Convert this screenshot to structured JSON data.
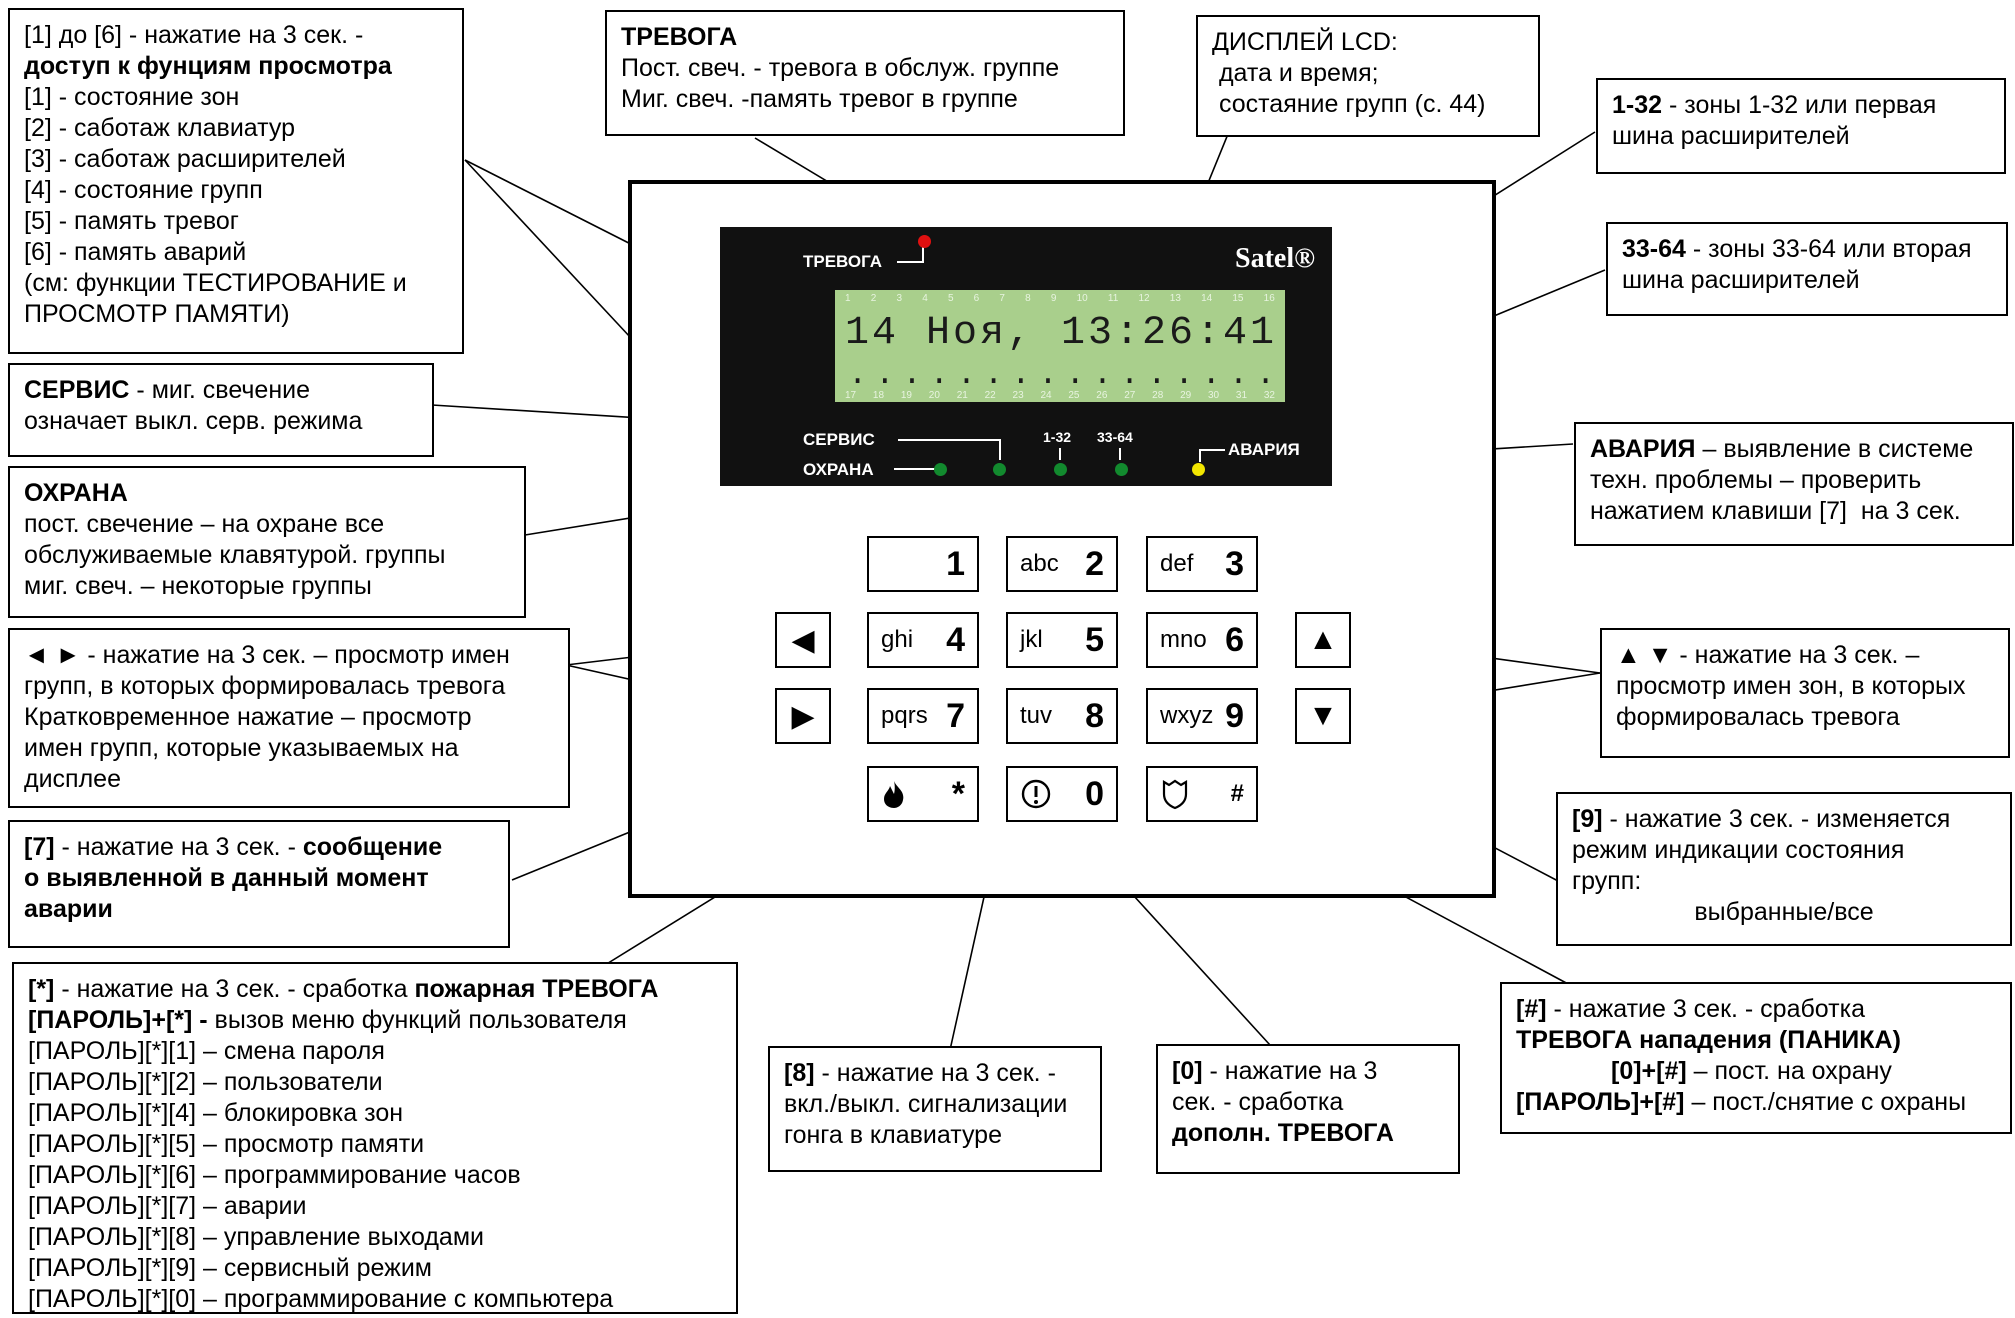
{
  "callouts": {
    "view_functions": {
      "lines": [
        "[1] до [6] - нажатие на 3 сек. -",
        "доступ к фунциям просмотра",
        "[1] - состояние зон",
        "[2] - саботаж клавиатур",
        "[3] - саботаж расширителей",
        "[4] - состояние групп",
        "[5] - память тревог",
        "[6] - память аварий",
        "(см: функции ТЕСТИРОВАНИЕ и",
        "ПРОСМОТР ПАМЯТИ)"
      ]
    },
    "alarm": {
      "lines": [
        "ТРЕВОГА",
        "Пост. свеч. - тревога в обслуж. группе",
        "Миг. свеч. -память тревог в группе"
      ]
    },
    "lcd": {
      "lines": [
        "ДИСПЛЕЙ LCD:",
        " дата и время;",
        " состаяние групп (с. 44)"
      ]
    },
    "zones_1_32": {
      "lines": [
        "1-32 - зоны 1-32 или первая",
        "шина расширителей"
      ]
    },
    "zones_33_64": {
      "lines": [
        "33-64 - зоны 33-64 или вторая",
        "шина расширителей"
      ]
    },
    "service": {
      "lines": [
        "СЕРВИС - миг. свечение",
        "означает выкл. серв. режима"
      ]
    },
    "armed": {
      "lines": [
        "ОХРАНА",
        "пост. свечение – на охране все",
        "обслуживаемые клавятурой. группы",
        "миг. свеч. – некоторые группы"
      ]
    },
    "trouble": {
      "lines": [
        "АВАРИЯ – выявление в системе",
        "техн. проблемы – проверить",
        "нажатием клавиши [7]  на 3 сек."
      ]
    },
    "left_right": {
      "lines": [
        "◄ ► - нажатие на 3 сек. – просмотр имен",
        "групп, в которых формировалась тревога",
        "Кратковременное нажатие – просмотр",
        "имен групп, которые указываемых на",
        "дисплее"
      ]
    },
    "up_down": {
      "lines": [
        "▲ ▼ - нажатие на 3 сек. –",
        "просмотр имен зон, в которых",
        "формировалась тревога"
      ]
    },
    "key7": {
      "lines": [
        "[7] - нажатие на 3 сек. - сообщение",
        "о выявленной в данный момент",
        "аварии"
      ]
    },
    "key9": {
      "lines": [
        "[9] - нажатие 3 сек. - изменяется",
        "режим индикации состояния",
        "групп:",
        "выбранные/все"
      ]
    },
    "star": {
      "lines": [
        "[*] - нажатие на 3 сек. - сработка пожарная ТРЕВОГА",
        "[ПАРОЛЬ]+[*] - вызов меню функций пользователя",
        "[ПАРОЛЬ][*][1] – смена пароля",
        "[ПАРОЛЬ][*][2] – пользователи",
        "[ПАРОЛЬ][*][4] – блокировка зон",
        "[ПАРОЛЬ][*][5] – просмотр памяти",
        "[ПАРОЛЬ][*][6] – программирование часов",
        "[ПАРОЛЬ][*][7] – аварии",
        "[ПАРОЛЬ][*][8] – управление выходами",
        "[ПАРОЛЬ][*][9] – сервисный режим",
        "[ПАРОЛЬ][*][0] – программирование с компьютера"
      ]
    },
    "key8": {
      "lines": [
        "[8] - нажатие на 3 сек. -",
        "вкл./выкл. сигнализации",
        "гонга в клавиатуре"
      ]
    },
    "key0": {
      "lines": [
        "[0] - нажатие на 3",
        "сек. - сработка",
        "дополн. ТРЕВОГА"
      ]
    },
    "hash": {
      "lines": [
        "[#] - нажатие 3 сек. - сработка",
        "ТРЕВОГА нападения (ПАНИКА)",
        "[0]+[#] – пост. на охрану",
        "[ПАРОЛЬ]+[#] – пост./снятие с охраны"
      ]
    }
  },
  "device": {
    "brand": "Satel®",
    "lcd_text": "14 Ноя, 13:26:41",
    "lcd_dots": "................",
    "zone_numbers_top": [
      "1",
      "2",
      "3",
      "4",
      "5",
      "6",
      "7",
      "8",
      "9",
      "10",
      "11",
      "12",
      "13",
      "14",
      "15",
      "16"
    ],
    "zone_numbers_bottom": [
      "17",
      "18",
      "19",
      "20",
      "21",
      "22",
      "23",
      "24",
      "25",
      "26",
      "27",
      "28",
      "29",
      "30",
      "31",
      "32"
    ],
    "labels": {
      "alarm": "ТРЕВОГА",
      "service": "СЕРВИС",
      "armed": "ОХРАНА",
      "range1": "1-32",
      "range2": "33-64",
      "trouble": "АВАРИЯ"
    },
    "led_colors": {
      "alarm": "#e01010",
      "green": "#128a2e",
      "trouble": "#f2e600"
    },
    "keys": [
      {
        "letters": "",
        "digit": "1"
      },
      {
        "letters": "abc",
        "digit": "2"
      },
      {
        "letters": "def",
        "digit": "3"
      },
      {
        "letters": "ghi",
        "digit": "4"
      },
      {
        "letters": "jkl",
        "digit": "5"
      },
      {
        "letters": "mno",
        "digit": "6"
      },
      {
        "letters": "pqrs",
        "digit": "7"
      },
      {
        "letters": "tuv",
        "digit": "8"
      },
      {
        "letters": "wxyz",
        "digit": "9"
      },
      {
        "letters": "fire-icon",
        "digit": "*"
      },
      {
        "letters": "info-icon",
        "digit": "0"
      },
      {
        "letters": "shield-icon",
        "digit": "#"
      }
    ],
    "arrows": {
      "left": "◀",
      "right": "▶",
      "up": "▲",
      "down": "▼"
    }
  }
}
